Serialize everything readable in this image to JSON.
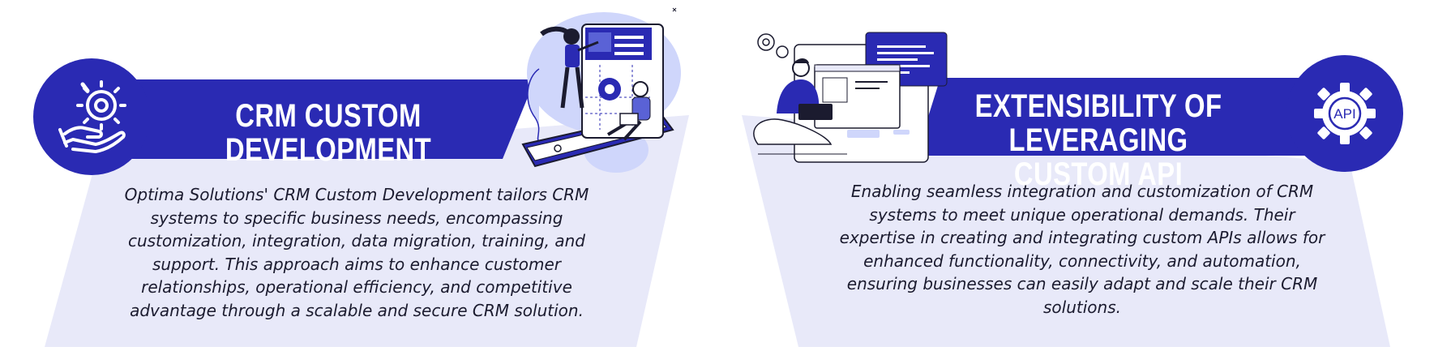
{
  "panels": [
    {
      "title": "CRM CUSTOM DEVELOPMENT",
      "body": "Optima Solutions' CRM Custom Development tailors CRM systems to specific business needs, encompassing customization, integration, data migration, training, and support. This approach aims to enhance customer relationships, operational efficiency, and competitive advantage through a scalable and secure CRM solution.",
      "icon": "gear-hand-icon",
      "illustration": "team-building-app-illustration"
    },
    {
      "title_lines": [
        "EXTENSIBILITY OF LEVERAGING",
        "CUSTOM API"
      ],
      "body": "Enabling seamless integration and customization of CRM systems to meet unique operational demands. Their expertise in creating and integrating custom APIs allows for enhanced functionality, connectivity, and automation, ensuring businesses can easily adapt and scale their CRM solutions.",
      "icon": "api-gear-icon",
      "icon_text": "API",
      "illustration": "developer-laptop-illustration"
    }
  ],
  "colors": {
    "primary": "#2a2ab3",
    "panel_bg": "#e8e9f9",
    "light_blue": "#cfd6fb",
    "text": "#1b1b2f"
  }
}
